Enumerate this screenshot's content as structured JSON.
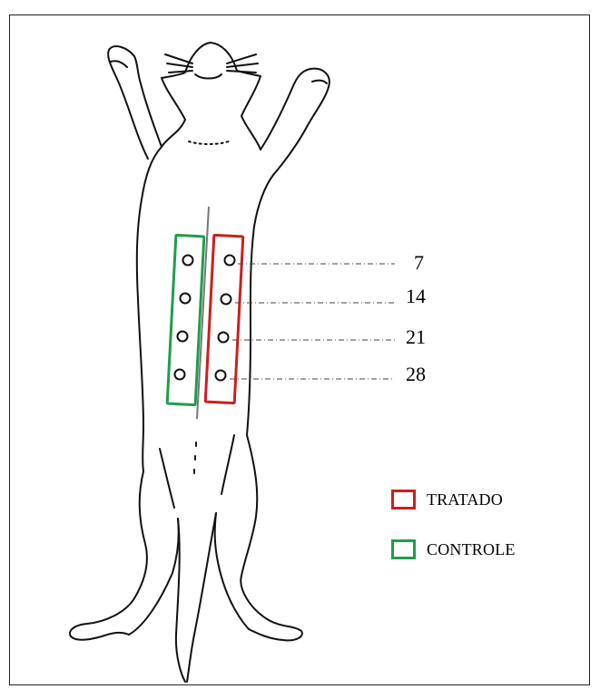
{
  "diagram": {
    "day_labels": [
      "7",
      "14",
      "21",
      "28"
    ],
    "legend": [
      {
        "label": "TRATADO",
        "color": "#cc1f1f"
      },
      {
        "label": "CONTROLE",
        "color": "#1f9e4a"
      }
    ]
  },
  "colors": {
    "treated": "#cc1f1f",
    "control": "#1f9e4a",
    "outline": "#111111",
    "leader": "#444444"
  }
}
